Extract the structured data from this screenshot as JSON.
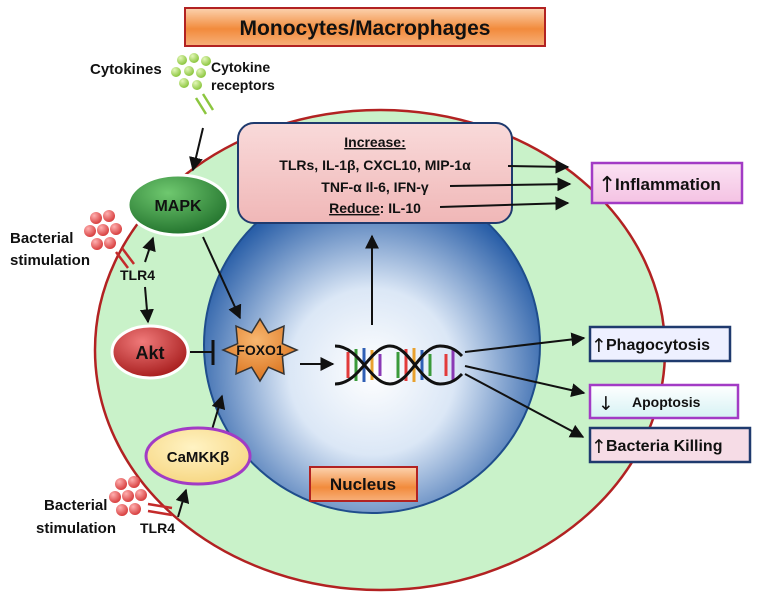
{
  "title": "Monocytes/Macrophages",
  "labels": {
    "cytokines": "Cytokines",
    "cytokine_receptors_1": "Cytokine",
    "cytokine_receptors_2": "receptors",
    "bacterial_stimulation_1": "Bacterial",
    "bacterial_stimulation_2": "stimulation",
    "tlr4": "TLR4",
    "mapk": "MAPK",
    "akt": "Akt",
    "foxo1": "FOXO1",
    "camkk": "CaMKKβ",
    "nucleus": "Nucleus"
  },
  "gene_box": {
    "heading": "Increase:",
    "line1": "TLRs, IL-1β, CXCL10, MIP-1α",
    "line2": "TNF-α Il-6, IFN-γ",
    "reduce_word": "Reduce",
    "reduce_rest": ": IL-10"
  },
  "outcomes": {
    "up_arrow": "↑",
    "down_arrow": "↓",
    "inflammation": "Inflammation",
    "phagocytosis": "Phagocytosis",
    "apoptosis": "Apoptosis",
    "bacteria_killing": "Bacteria Killing"
  },
  "colors": {
    "cell_fill": "#c9f2c9",
    "cell_border": "#b22222",
    "nucleus_blue": "#2a5fa8",
    "title_orange": "#f28b3c",
    "mapk_green": "#2f8a3a",
    "akt_red": "#c42b2b",
    "foxo_orange": "#e8892e",
    "camkk_purple": "#a23bc5",
    "bacteria_red": "#e05a5a",
    "cytokine_green": "#9bd24a"
  }
}
